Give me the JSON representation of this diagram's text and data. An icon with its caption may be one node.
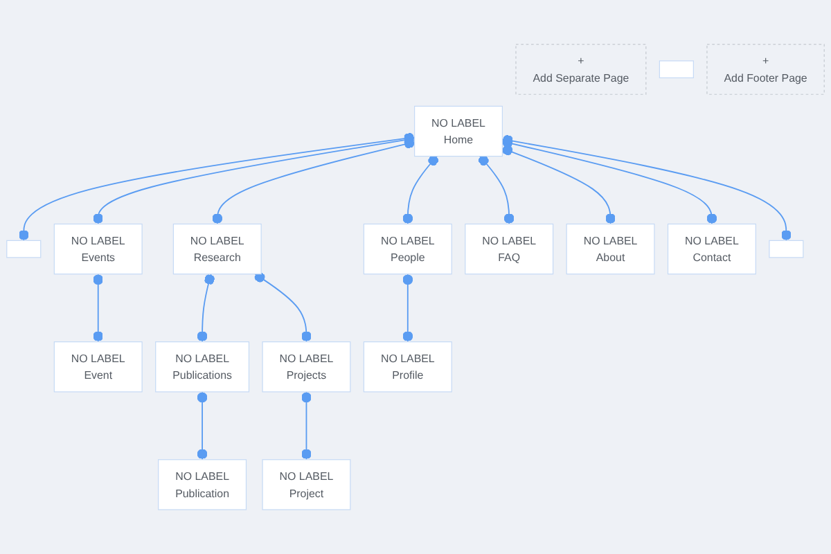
{
  "diagram": {
    "nodes": [
      {
        "text": [
          "NO LABEL",
          "Home"
        ]
      },
      {
        "text": [
          "+",
          "Add Separate Page"
        ]
      },
      {
        "text": [],
        "shape": "box"
      },
      {
        "text": [
          "NO LABEL",
          "Events"
        ]
      },
      {
        "text": [
          "NO LABEL",
          "Research"
        ]
      },
      {
        "text": [
          "NO LABEL",
          "People"
        ]
      },
      {
        "text": [
          "NO LABEL",
          "FAQ"
        ]
      },
      {
        "text": [
          "NO LABEL",
          "About"
        ]
      },
      {
        "text": [
          "NO LABEL",
          "Contact"
        ]
      },
      {
        "text": [],
        "shape": "box"
      },
      {
        "text": [],
        "shape": "box"
      },
      {
        "text": [
          "NO LABEL",
          "Event"
        ]
      },
      {
        "text": [
          "NO LABEL",
          "Publications"
        ]
      },
      {
        "text": [
          "NO LABEL",
          "Projects"
        ]
      },
      {
        "text": [
          "NO LABEL",
          "Profile"
        ]
      },
      {
        "text": [
          "NO LABEL",
          "Publication"
        ]
      },
      {
        "text": [
          "NO LABEL",
          "Project"
        ]
      },
      {
        "text": [
          "+",
          "Add Footer Page"
        ]
      }
    ],
    "edges": [
      {
        "from": 0,
        "to": 2,
        "arrow": "other"
      },
      {
        "from": 0,
        "to": 3,
        "arrow": "other"
      },
      {
        "from": 0,
        "to": 4,
        "arrow": "other"
      },
      {
        "from": 0,
        "to": 5,
        "arrow": "other"
      },
      {
        "from": 0,
        "to": 6,
        "arrow": "other"
      },
      {
        "from": 0,
        "to": 7,
        "arrow": "other"
      },
      {
        "from": 0,
        "to": 8,
        "arrow": "other"
      },
      {
        "from": 0,
        "to": 9,
        "arrow": "other"
      },
      {
        "from": 3,
        "to": 11,
        "arrow": "other"
      },
      {
        "from": 4,
        "to": 12,
        "arrow": "other"
      },
      {
        "from": 4,
        "to": 13,
        "arrow": "other"
      },
      {
        "from": 5,
        "to": 14,
        "arrow": "other"
      },
      {
        "from": 12,
        "to": 15,
        "arrow": "other"
      },
      {
        "from": 13,
        "to": 16,
        "arrow": "other"
      }
    ]
  }
}
